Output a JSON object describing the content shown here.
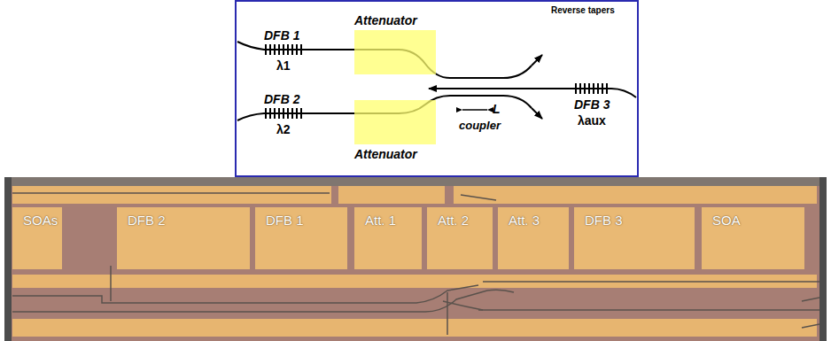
{
  "diagram": {
    "nodes": [
      {
        "text": [
          "Attenuator"
        ]
      },
      {
        "text": [
          "Attenuator"
        ]
      },
      {
        "text": [
          "SOAs"
        ]
      },
      {
        "text": [
          "DFB 2"
        ]
      },
      {
        "text": [
          "DFB 1"
        ]
      },
      {
        "text": [
          "Att. 1"
        ]
      },
      {
        "text": [
          "Att. 2"
        ]
      },
      {
        "text": [
          "Att. 3"
        ]
      },
      {
        "text": [
          "DFB 3"
        ]
      },
      {
        "text": [
          "SOA"
        ]
      }
    ],
    "labels": [
      "Reverse tapers",
      "DFB 1",
      "λ1",
      "DFB 2",
      "λ2",
      "L",
      "coupler",
      "DFB 3",
      "λaux"
    ]
  }
}
